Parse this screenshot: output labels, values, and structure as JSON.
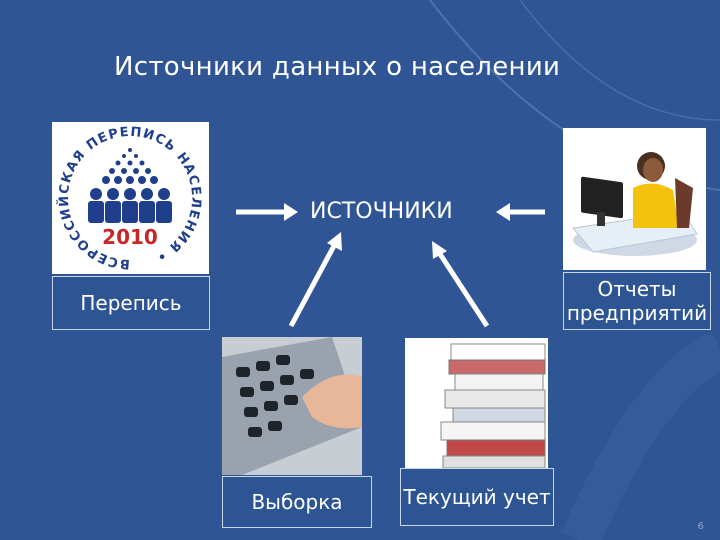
{
  "slide": {
    "title": "Источники данных о населении",
    "center_label": "ИСТОЧНИКИ",
    "page_number": "6"
  },
  "sources": {
    "census": {
      "label": "Перепись"
    },
    "reports": {
      "label": "Отчеты предприятий"
    },
    "sample": {
      "label": "Выборка"
    },
    "current": {
      "label": "Текущий учет"
    }
  },
  "census_logo": {
    "ring_text": "ВСЕРОССИЙСКАЯ ПЕРЕПИСЬ НАСЕЛЕНИЯ •",
    "year": "2010"
  },
  "colors": {
    "background": "#2f5595",
    "box_fill": "#2e5593",
    "arrow": "#ffffff",
    "logo_blue": "#1f3e8c",
    "logo_red": "#c62828"
  }
}
